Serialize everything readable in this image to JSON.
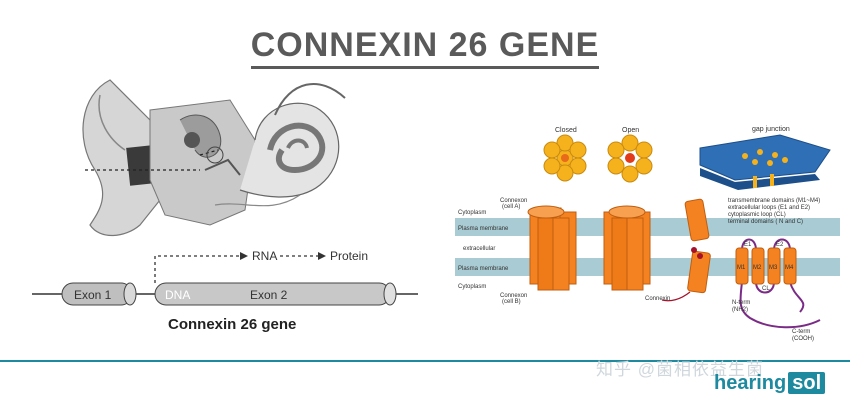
{
  "title": "CONNEXIN 26 GENE",
  "gene": {
    "exon1": "Exon 1",
    "dna": "DNA",
    "exon2": "Exon 2",
    "rna": "RNA",
    "protein": "Protein",
    "caption": "Connexin 26 gene"
  },
  "channel": {
    "closed": "Closed",
    "open": "Open",
    "gap_junction": "gap junction",
    "legend": [
      "transmembrane domains (M1~M4)",
      "extracellular loops (E1 and E2)",
      "cytoplasmic loop (CL)",
      "terminal domains ( N and C)"
    ],
    "cytoplasm_top": "Cytoplasm",
    "plasma_membrane_top": "Plasma membrane",
    "extracellular": "extracellular",
    "plasma_membrane_bottom": "Plasma membrane",
    "cytoplasm_bottom": "Cytoplasm",
    "connexon_a_1": "Connexon",
    "connexon_a_2": "(cell A)",
    "connexon_b_1": "Connexon",
    "connexon_b_2": "(cell B)",
    "connexin": "Connexin",
    "e1": "E1",
    "e2": "E2",
    "m1": "M1",
    "m2": "M2",
    "m3": "M3",
    "m4": "M4",
    "cl": "CL",
    "n_term_1": "N-term",
    "n_term_2": "(NH2)",
    "c_term_1": "C-term",
    "c_term_2": "(COOH)"
  },
  "footer": {
    "watermark": "知乎 @菌相依益生菌",
    "brand_main": "hearing",
    "brand_box": "sol"
  },
  "colors": {
    "orange": "#f58220",
    "membrane": "#a9cbd3",
    "gap_blue": "#2f6fb5",
    "footer_teal": "#1e8aa0"
  }
}
